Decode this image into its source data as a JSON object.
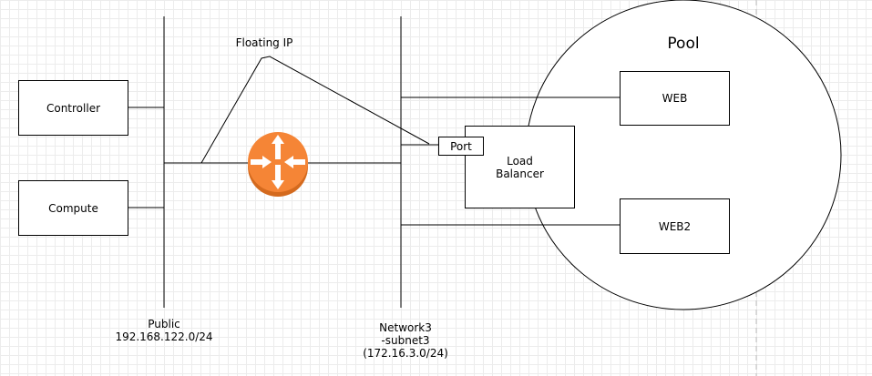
{
  "diagram": {
    "pool_label": "Pool",
    "floating_ip_label": "Floating IP",
    "nodes": {
      "controller": "Controller",
      "compute": "Compute",
      "web": "WEB",
      "web2": "WEB2",
      "port": "Port",
      "load_balancer_line1": "Load",
      "load_balancer_line2": "Balancer"
    },
    "networks": {
      "public_name": "Public",
      "public_cidr": "192.168.122.0/24",
      "network3_name": "Network3",
      "network3_subnet": "-subnet3",
      "network3_cidr": "(172.16.3.0/24)"
    },
    "router_icon": "router-icon",
    "colors": {
      "router_orange": "#f58536",
      "router_shadow": "#d46a1e",
      "line": "#000000",
      "grid": "#ececec"
    }
  }
}
